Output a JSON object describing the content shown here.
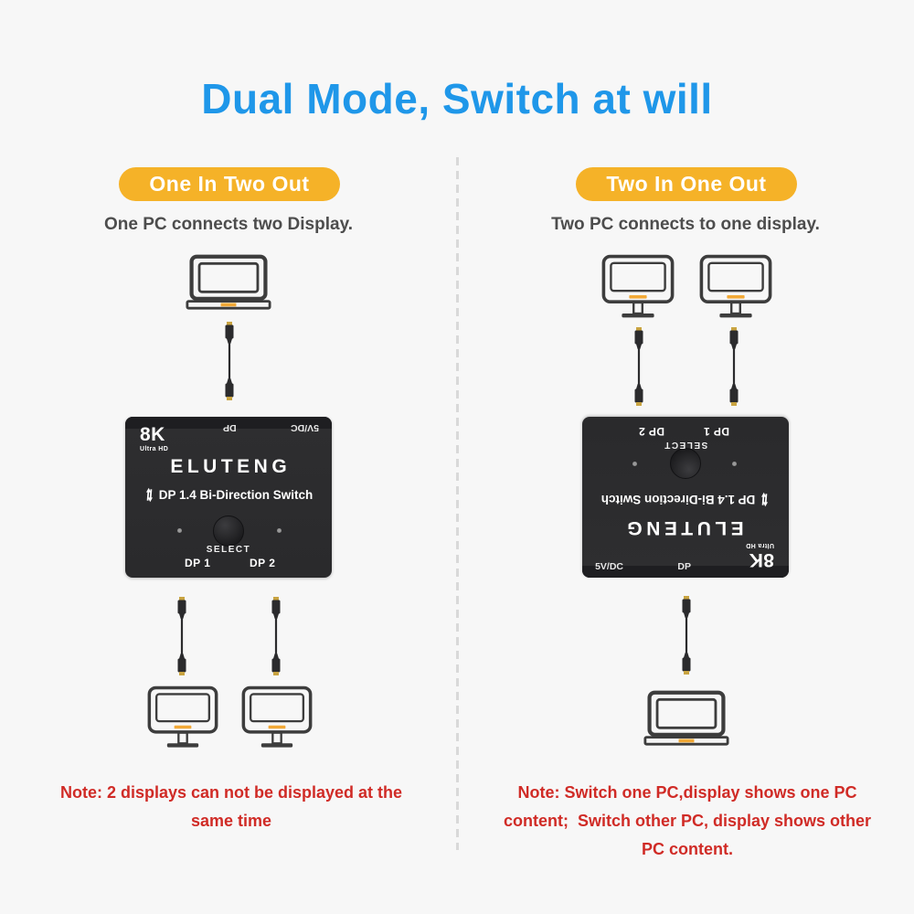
{
  "title": "Dual Mode, Switch at will",
  "left": {
    "badge": "One In Two Out",
    "subtitle": "One PC connects two Display.",
    "note_lines": [
      "Note: 2 displays can not be displayed at the",
      "same time"
    ]
  },
  "right": {
    "badge": "Two In One Out",
    "subtitle": "Two PC connects to one display.",
    "note_lines": [
      "Note: Switch one PC,display shows one PC",
      "content;  Switch other PC, display shows other",
      "PC content."
    ]
  },
  "device": {
    "resolution_badge": "8K",
    "resolution_sub": "Ultra HD",
    "brand": "ELUTENG",
    "model": "DP 1.4 Bi-Direction Switch",
    "select_label": "SELECT",
    "port1_label": "DP 1",
    "port2_label": "DP 2",
    "top_dp_label": "DP",
    "top_power_label": "5V/DC"
  },
  "icons": {
    "laptop": "laptop-icon",
    "monitor": "monitor-icon",
    "cable": "dp-cable-icon",
    "bidirection": "bidirection-arrows-icon"
  },
  "colors": {
    "title_blue": "#1F97E9",
    "badge_yellow": "#F5B228",
    "note_red": "#D02B26",
    "device_body": "#2C2C2E",
    "icon_outline": "#3D3D3D",
    "accent_gold": "#F2A937",
    "background": "#F7F7F7"
  }
}
